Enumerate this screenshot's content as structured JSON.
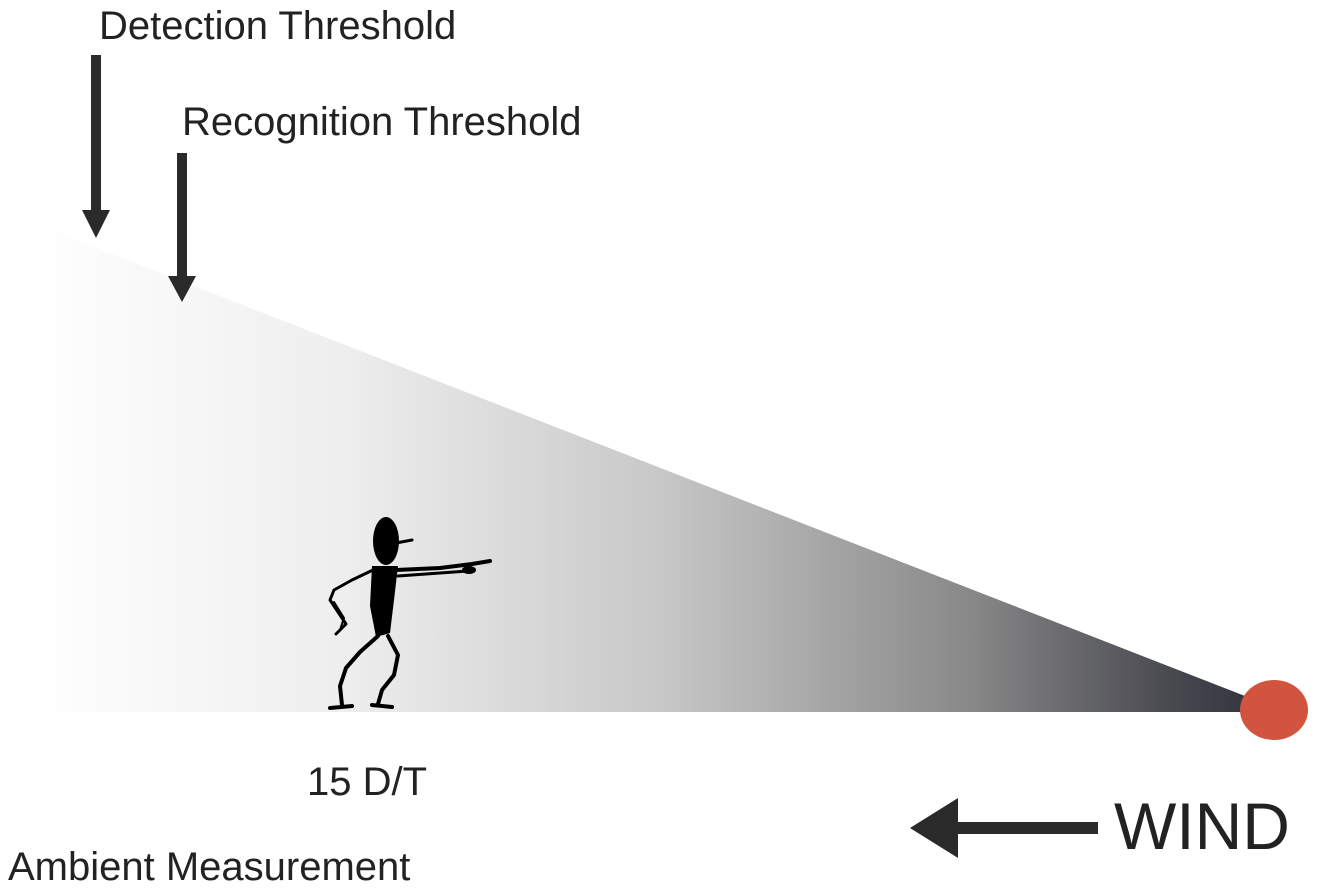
{
  "labels": {
    "detection_threshold": "Detection Threshold",
    "recognition_threshold": "Recognition Threshold",
    "dilution_marker": "15 D/T",
    "ambient_measurement": "Ambient Measurement",
    "wind": "WIND"
  },
  "colors": {
    "plume_light": "#ffffff",
    "plume_dark": "#2b2d38",
    "source": "#d2543e",
    "arrow": "#2a2a2a",
    "figure": "#000000"
  },
  "icons": {
    "person": "person-pointing-icon",
    "source": "odor-source-icon"
  }
}
